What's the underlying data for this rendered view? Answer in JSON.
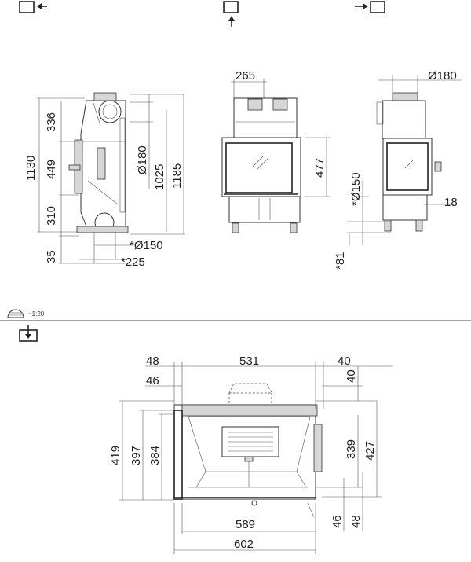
{
  "icons": {
    "view_left": "view-left-icon",
    "view_front": "view-front-icon",
    "view_right": "view-right-icon",
    "scale": "scale-icon",
    "view_top": "view-top-icon"
  },
  "scale_label": "~1:20",
  "side_view": {
    "dim_336": "336",
    "dim_1130": "1130",
    "dim_449": "449",
    "dim_310": "310",
    "dim_35": "35",
    "dim_o180": "Ø180",
    "dim_1025": "1025",
    "dim_1185": "1185",
    "dim_o150": "*Ø150",
    "dim_225": "*225"
  },
  "front_view": {
    "dim_265": "265",
    "dim_477": "477"
  },
  "right_view": {
    "dim_o180": "Ø180",
    "dim_o150": "*Ø150",
    "dim_18": "18",
    "dim_81": "*81"
  },
  "top_view": {
    "dim_48_top": "48",
    "dim_531": "531",
    "dim_40_top": "40",
    "dim_46_top": "46",
    "dim_40_right": "40",
    "dim_419": "419",
    "dim_397": "397",
    "dim_384": "384",
    "dim_339": "339",
    "dim_427": "427",
    "dim_46_bottom": "46",
    "dim_48_bottom": "48",
    "dim_589": "589",
    "dim_602": "602"
  }
}
